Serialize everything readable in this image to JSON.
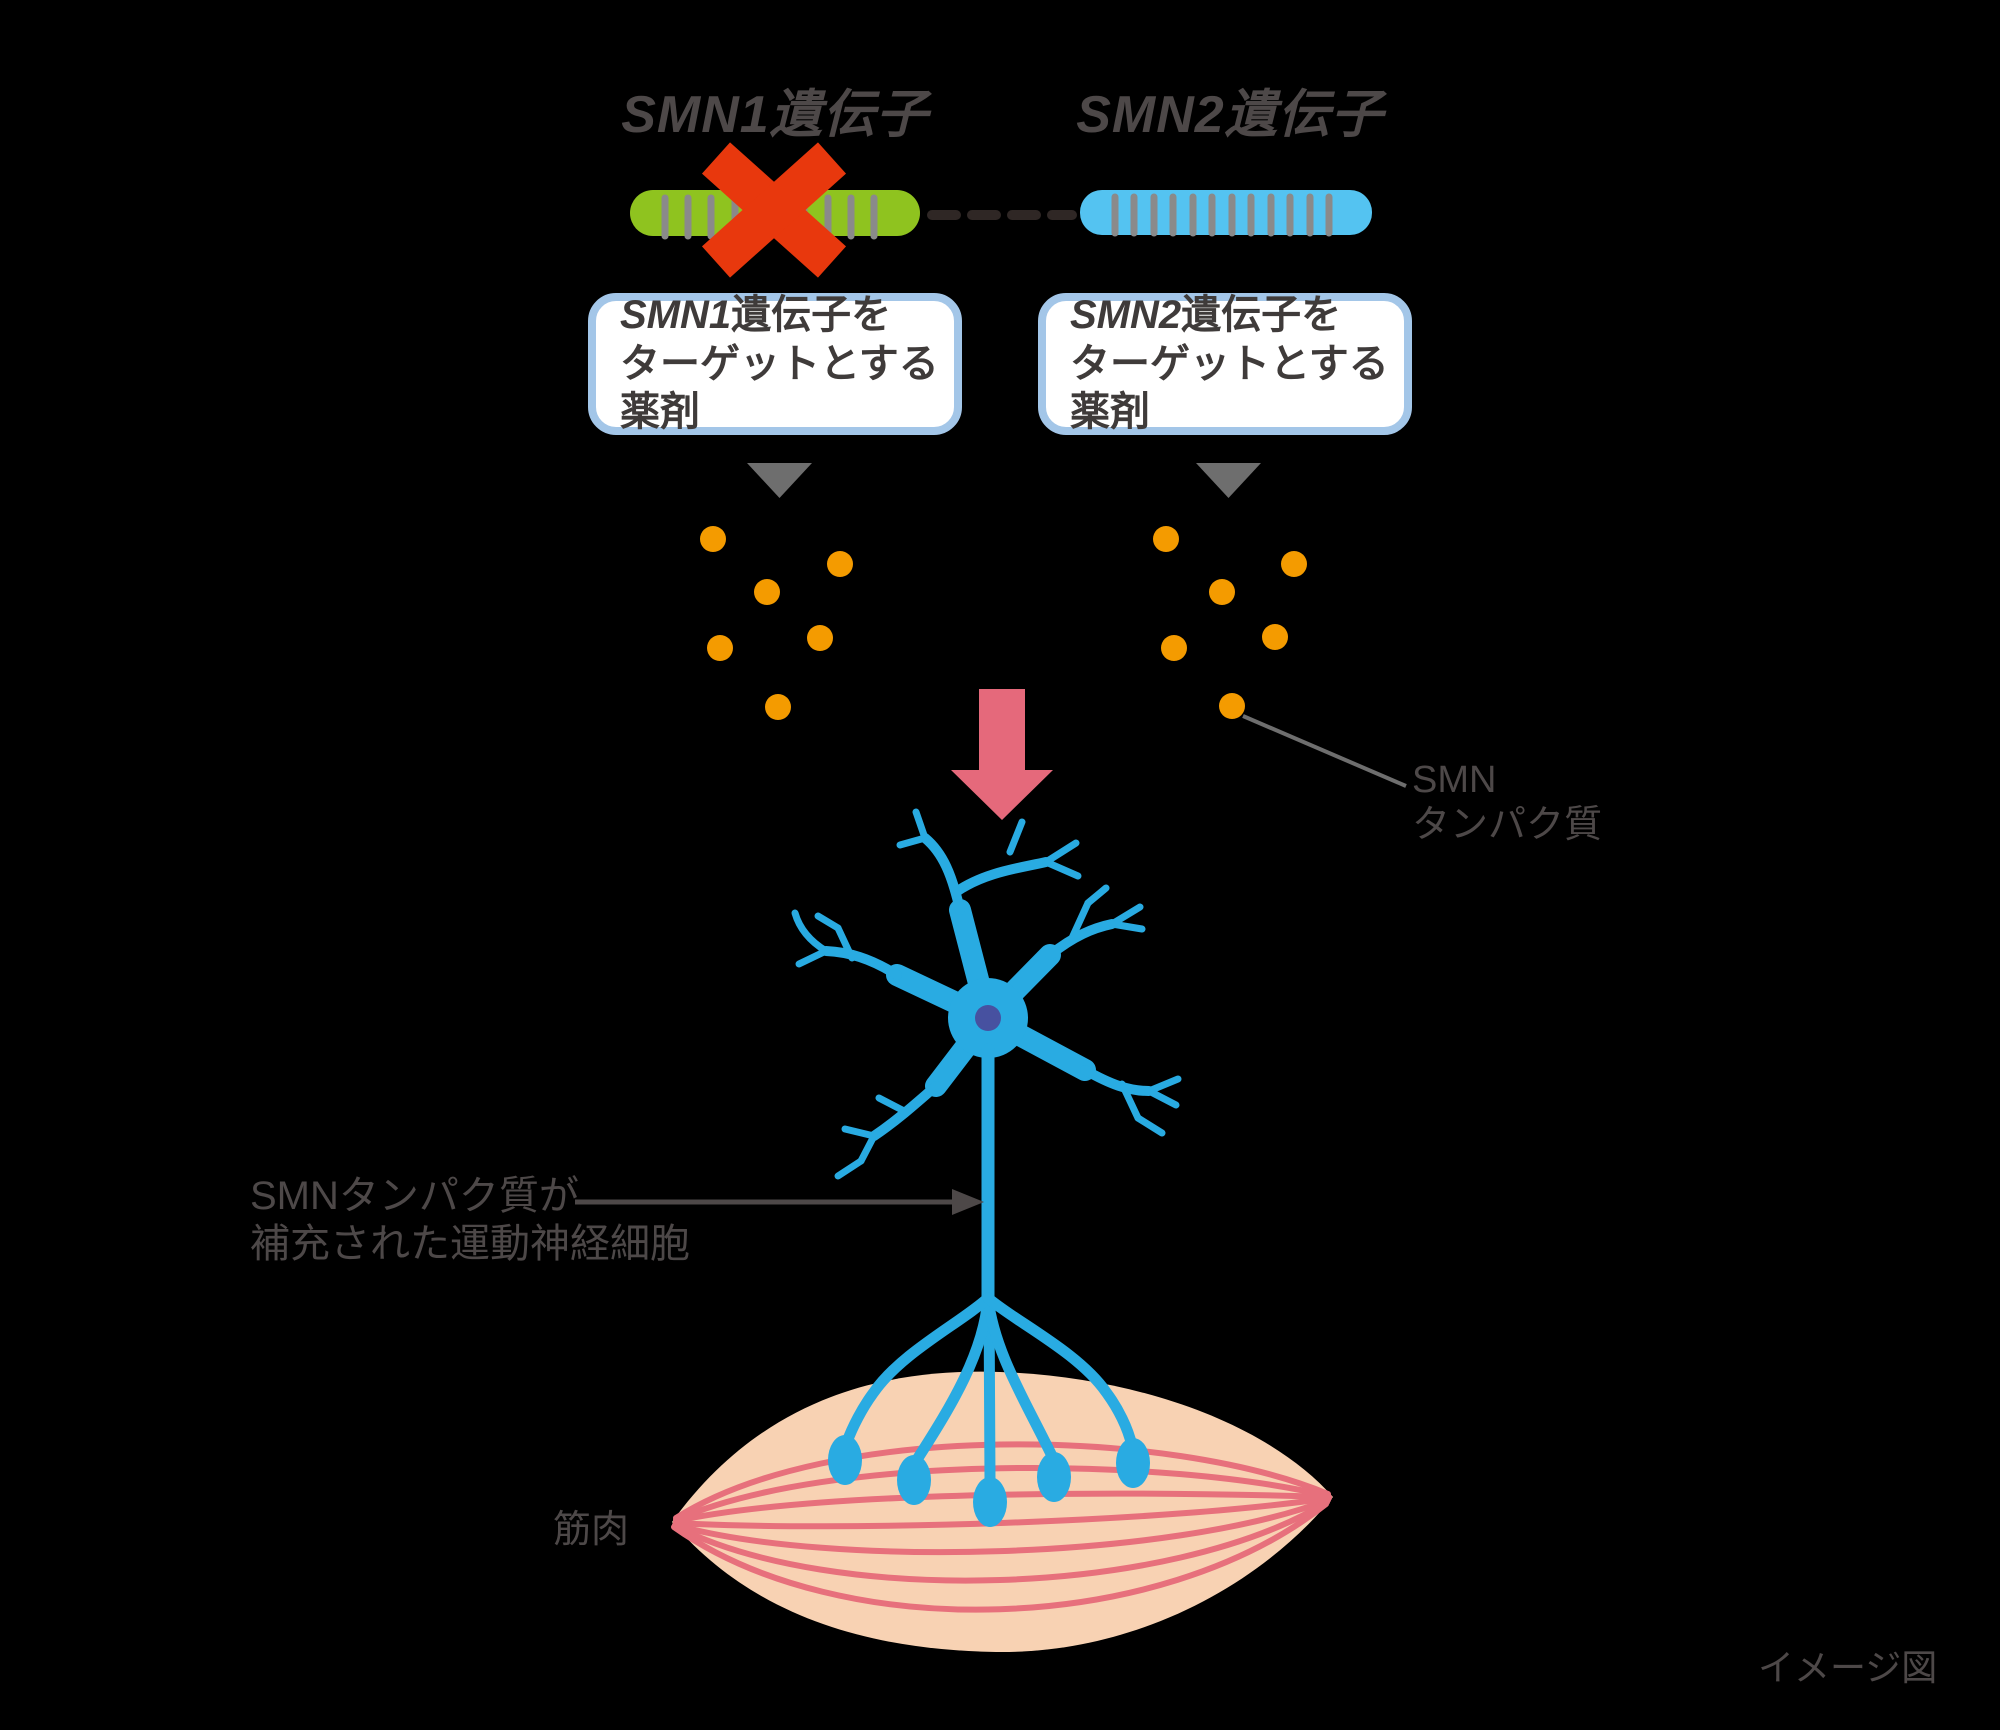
{
  "diagram": {
    "smn1_title": {
      "gene": "SMN1",
      "suffix": "遺伝子"
    },
    "smn2_title": {
      "gene": "SMN2",
      "suffix": "遺伝子"
    },
    "drug_boxes": [
      {
        "gene": "SMN1",
        "line1_suffix": "遺伝子を",
        "line2": "ターゲットとする薬剤"
      },
      {
        "gene": "SMN2",
        "line1_suffix": "遺伝子を",
        "line2": "ターゲットとする薬剤"
      }
    ],
    "smn_protein_label": {
      "line1": "SMN",
      "line2": "タンパク質"
    },
    "motor_neuron_label": {
      "line1": "SMNタンパク質が",
      "line2": "補充された運動神経細胞"
    },
    "muscle_label": "筋肉",
    "image_note": "イメージ図"
  },
  "colors": {
    "background": "#000000",
    "text_gray": "#4d4848",
    "box_bg": "#ffffff",
    "box_border": "#a3c6e8",
    "box_text": "#3f3b3a",
    "gene_green": "#8fc31f",
    "gene_blue": "#54c3f1",
    "stripe_gray": "#8a8a8a",
    "cross_red": "#e8380d",
    "dash_dark": "#2f2725",
    "arrow_gray": "#6e6e6e",
    "protein_orange": "#f49b00",
    "arrow_pink": "#e5697b",
    "neuron_blue": "#29abe2",
    "nucleus_indigo": "#4751a0",
    "muscle_fill": "#f8d2b3",
    "muscle_fiber": "#e7707c",
    "leader_gray": "#6e6e6e"
  }
}
